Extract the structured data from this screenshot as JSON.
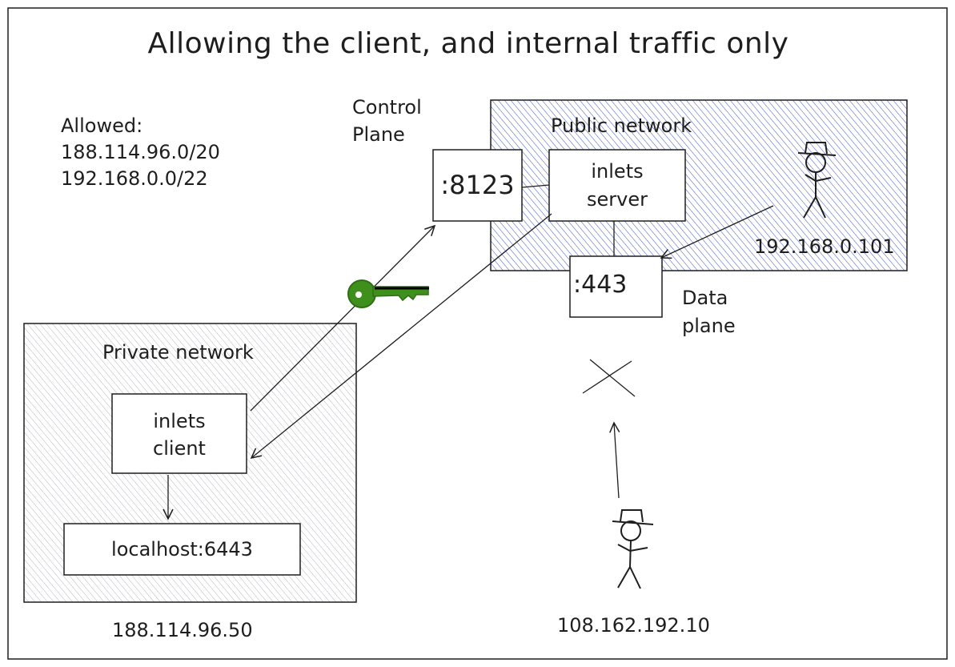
{
  "title": "Allowing the client, and internal traffic only",
  "allowed": {
    "heading": "Allowed:",
    "ranges": [
      "188.114.96.0/20",
      "192.168.0.0/22"
    ]
  },
  "control_plane": {
    "line1": "Control",
    "line2": "Plane"
  },
  "data_plane": {
    "line1": "Data",
    "line2": "plane"
  },
  "public_network": {
    "label": "Public network",
    "fill_color": "#4a5fc1",
    "server_line1": "inlets",
    "server_line2": "server",
    "port_control": ":8123",
    "port_data": ":443",
    "user_ip": "192.168.0.101"
  },
  "private_network": {
    "label": "Private network",
    "fill_color": "#9aa0a6",
    "client_line1": "inlets",
    "client_line2": "client",
    "local_service": "localhost:6443",
    "ip": "188.114.96.50"
  },
  "external_user": {
    "ip": "108.162.192.10"
  },
  "key_color": "#3f8f1d",
  "blocked_icon": "x-mark-icon"
}
